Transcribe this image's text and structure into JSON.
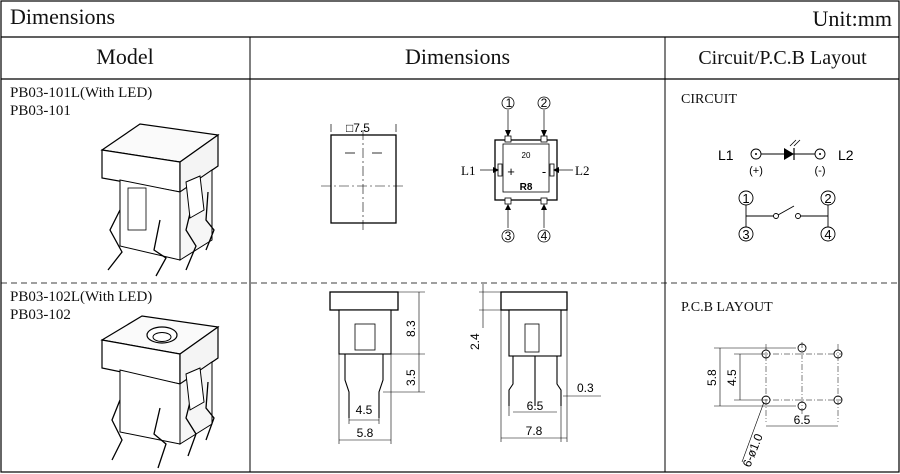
{
  "header": {
    "title": "Dimensions",
    "unit": "Unit:mm"
  },
  "columns": {
    "model": "Model",
    "dimensions": "Dimensions",
    "circuit": "Circuit/P.C.B Layout"
  },
  "rows": [
    {
      "model_line1": "PB03-101L(With LED)",
      "model_line2": "PB03-101"
    },
    {
      "model_line1": "PB03-102L(With LED)",
      "model_line2": "PB03-102"
    }
  ],
  "top_drawing": {
    "square_label": "□7.5",
    "pin1": "1",
    "pin2": "2",
    "pin3": "3",
    "pin4": "4",
    "l1": "L1",
    "l2": "L2",
    "dim_20": "20",
    "mark": "R8"
  },
  "circuit": {
    "title": "CIRCUIT",
    "l1": "L1",
    "l2": "L2",
    "plus": "(+)",
    "minus": "(-)",
    "pin1": "1",
    "pin2": "2",
    "pin3": "3",
    "pin4": "4"
  },
  "side_drawing": {
    "dim_8_3": "8.3",
    "dim_3_5": "3.5",
    "dim_4_5": "4.5",
    "dim_5_8": "5.8",
    "dim_2_4": "2.4",
    "dim_6_5": "6.5",
    "dim_7_8": "7.8",
    "dim_0_3": "0.3"
  },
  "pcb": {
    "title": "P.C.B LAYOUT",
    "dim_5_8": "5.8",
    "dim_4_5": "4.5",
    "dim_6_5": "6.5",
    "holes": "6-ø1.0"
  }
}
